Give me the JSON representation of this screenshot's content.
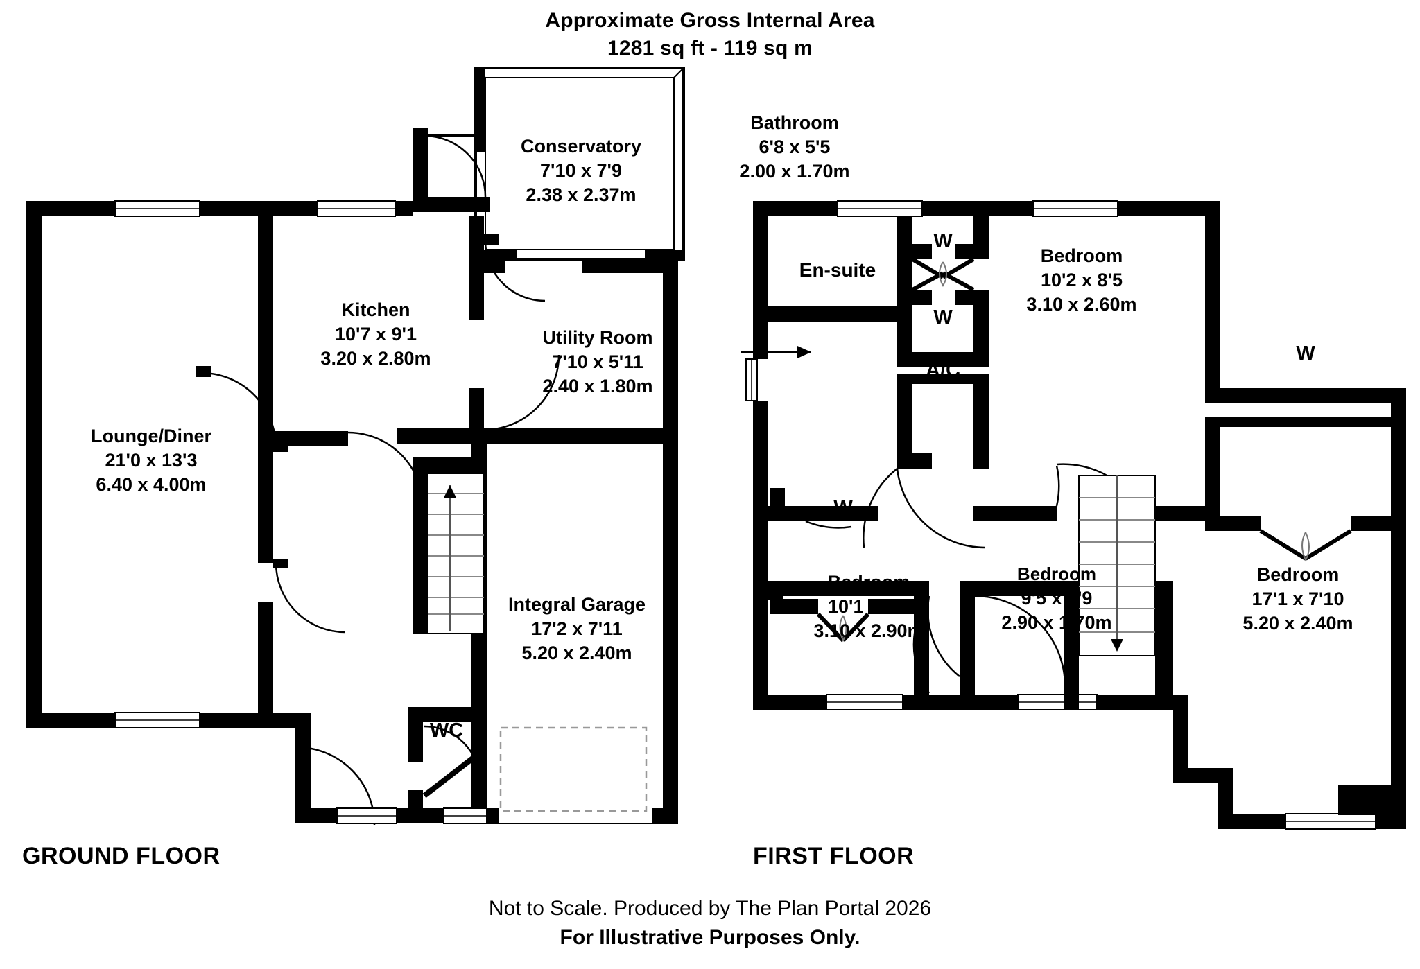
{
  "header": {
    "line1": "Approximate Gross Internal Area",
    "line2": "1281 sq ft - 119 sq m"
  },
  "floors": {
    "ground_title": "GROUND FLOOR",
    "first_title": "FIRST FLOOR"
  },
  "ground_floor": {
    "rooms": [
      {
        "name": "Lounge/Diner",
        "dim_imperial": "21'0 x 13'3",
        "dim_metric": "6.40 x 4.00m"
      },
      {
        "name": "Kitchen",
        "dim_imperial": "10'7 x 9'1",
        "dim_metric": "3.20 x 2.80m"
      },
      {
        "name": "Conservatory",
        "dim_imperial": "7'10 x 7'9",
        "dim_metric": "2.38 x 2.37m"
      },
      {
        "name": "Utility Room",
        "dim_imperial": "7'10 x 5'11",
        "dim_metric": "2.40 x 1.80m"
      },
      {
        "name": "Integral Garage",
        "dim_imperial": "17'2 x 7'11",
        "dim_metric": "5.20 x 2.40m"
      }
    ],
    "wc_label": "WC"
  },
  "first_floor": {
    "bathroom": {
      "name": "Bathroom",
      "dim_imperial": "6'8 x 5'5",
      "dim_metric": "2.00 x 1.70m"
    },
    "ensuite_label": "En-suite",
    "closets": [
      {
        "label": "W"
      },
      {
        "label": "W"
      },
      {
        "label": "A/C"
      },
      {
        "label": "W"
      },
      {
        "label": "W"
      }
    ],
    "bedrooms": [
      {
        "name": "Bedroom",
        "dim_imperial": "10'2 x 8'5",
        "dim_metric": "3.10 x 2.60m"
      },
      {
        "name": "Bedroom",
        "dim_imperial": "10'1 x 9'5",
        "dim_metric": "3.10 x 2.90m"
      },
      {
        "name": "Bedroom",
        "dim_imperial": "9'5 x 5'9",
        "dim_metric": "2.90 x 1.70m"
      },
      {
        "name": "Bedroom",
        "dim_imperial": "17'1 x 7'10",
        "dim_metric": "5.20 x 2.40m"
      }
    ]
  },
  "footer": {
    "line1": "Not to Scale. Produced by The Plan Portal 2026",
    "line2": "For Illustrative Purposes Only."
  },
  "colors": {
    "wall": "#000000",
    "background": "#ffffff",
    "door_arc": "#555555",
    "stair_line": "#777777",
    "dashed": "#999999"
  }
}
